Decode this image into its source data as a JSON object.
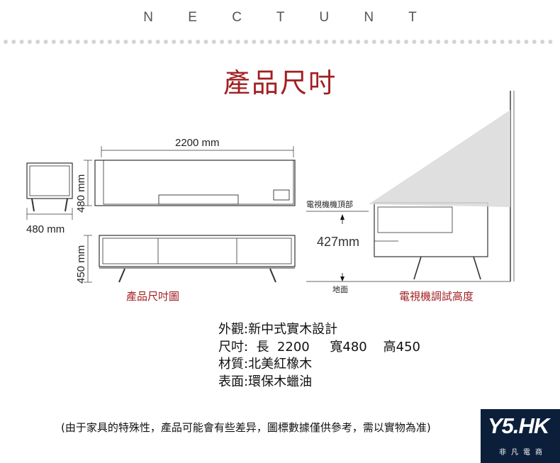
{
  "brand": "N E C T U N T",
  "title": "產品尺吋",
  "drawing": {
    "width_label": "2200 mm",
    "depth_label_top": "480 mm",
    "depth_label_side": "480 mm",
    "height_label": "450 mm",
    "caption_left": "產品尺吋圖",
    "tv_top_label": "電視機機頂部",
    "tv_height": "427mm",
    "ground_label": "地面",
    "caption_right": "電視機調試高度"
  },
  "specs": [
    "外觀:新中式實木設計",
    "尺吋:  長  2200     寬480    高450",
    "材質:北美紅橡木",
    "表面:環保木蠟油"
  ],
  "note": "(由于家具的特殊性，產品可能會有些差异，圖標數據僅供參考，需以實物為准)",
  "watermark": {
    "main": "Y5.HK",
    "sub": "非凡電商"
  },
  "colors": {
    "accent": "#a11f22",
    "line": "#333333",
    "dots": "#d4d4d4"
  }
}
